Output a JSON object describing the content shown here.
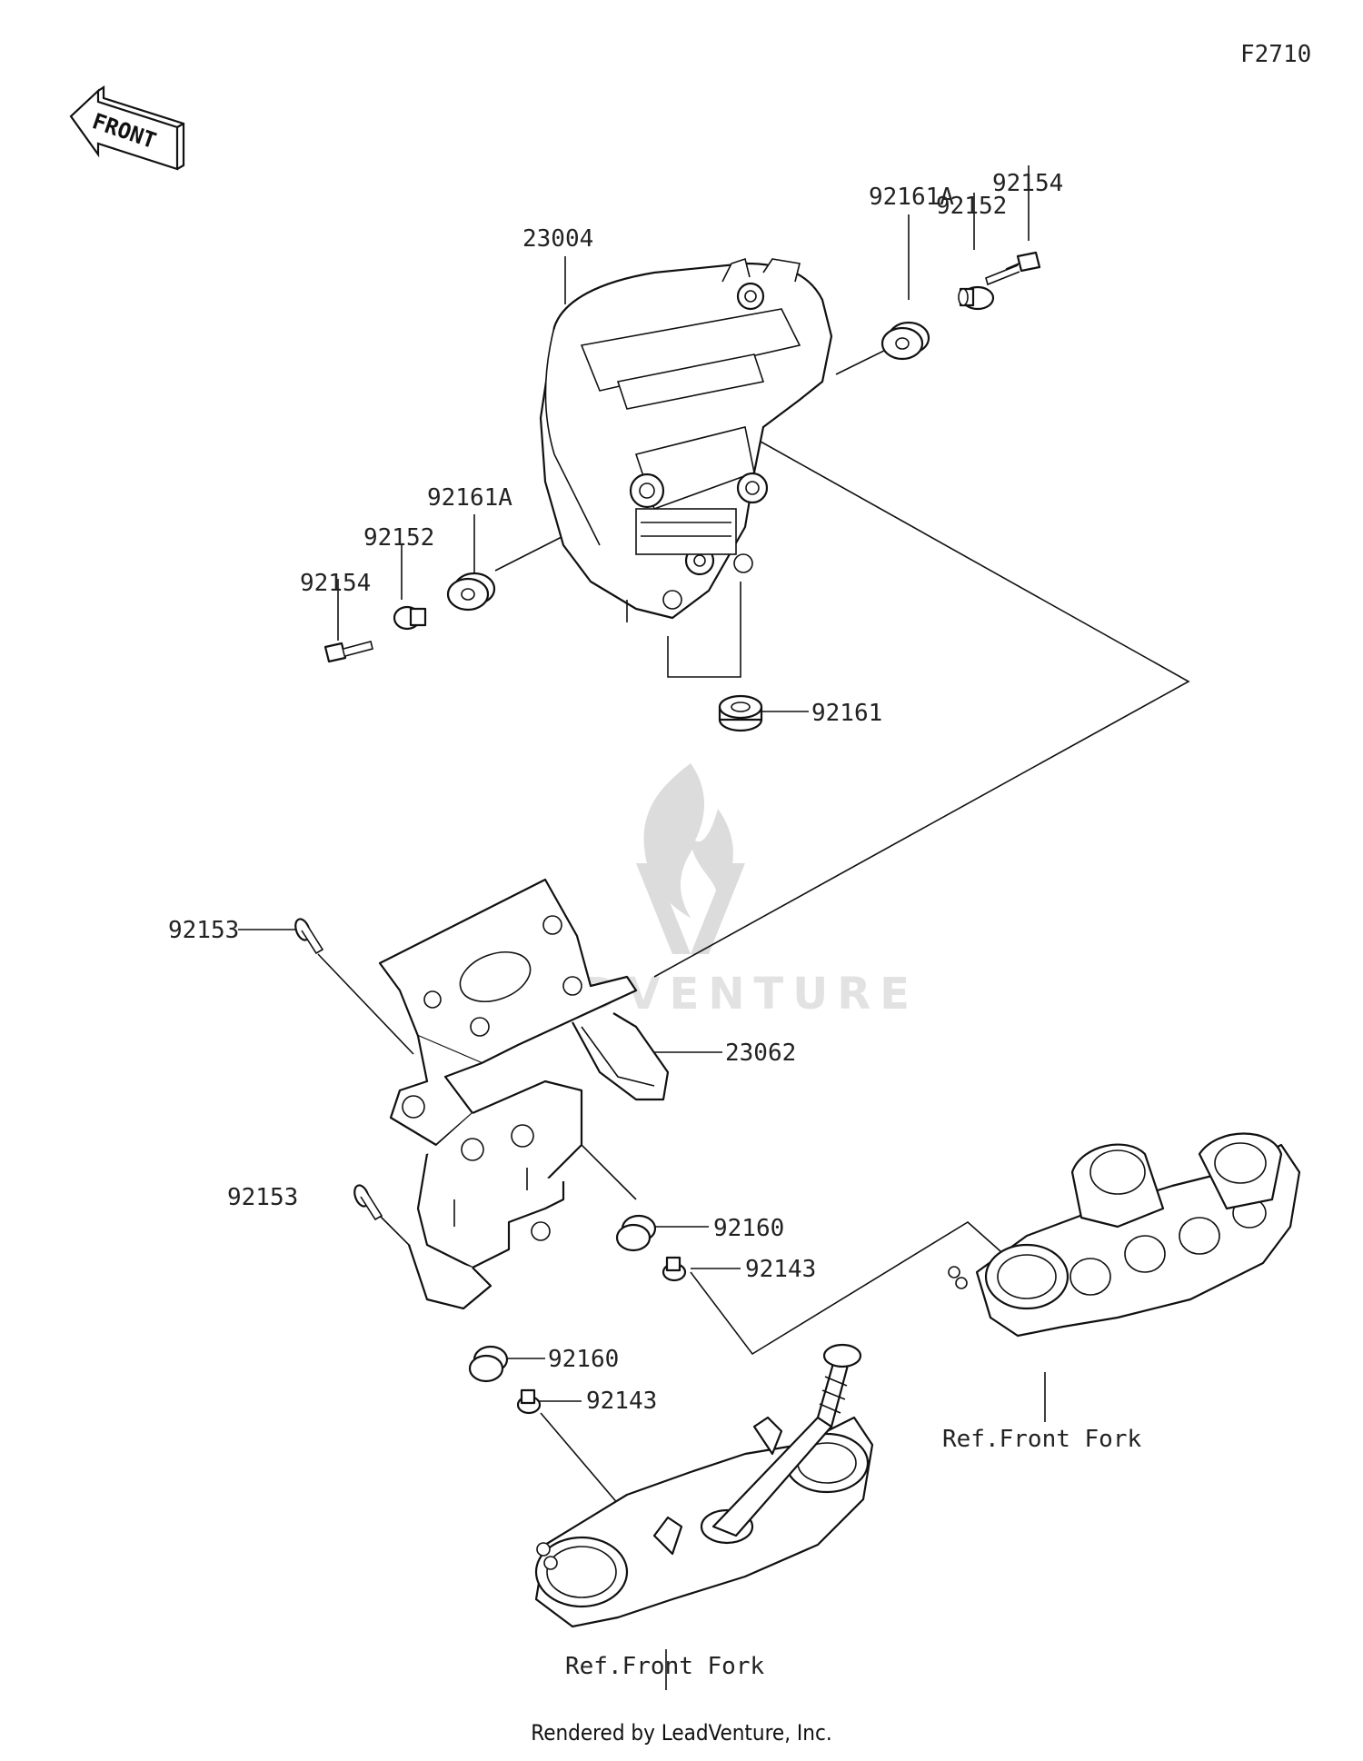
{
  "figure_code": "F2710",
  "front_label": "FRONT",
  "watermark_text": "LEADVENTURE",
  "footer": "Rendered by LeadVenture, Inc.",
  "callouts": {
    "c23004": "23004",
    "c92161A_r": "92161A",
    "c92152_r": "92152",
    "c92154_r": "92154",
    "c92161A_l": "92161A",
    "c92152_l": "92152",
    "c92154_l": "92154",
    "c92161": "92161",
    "c92153_t": "92153",
    "c23062": "23062",
    "c92153_b": "92153",
    "c92160_r": "92160",
    "c92143_r": "92143",
    "c92160_l": "92160",
    "c92143_l": "92143",
    "ref_r": "Ref.Front Fork",
    "ref_b": "Ref.Front Fork"
  }
}
